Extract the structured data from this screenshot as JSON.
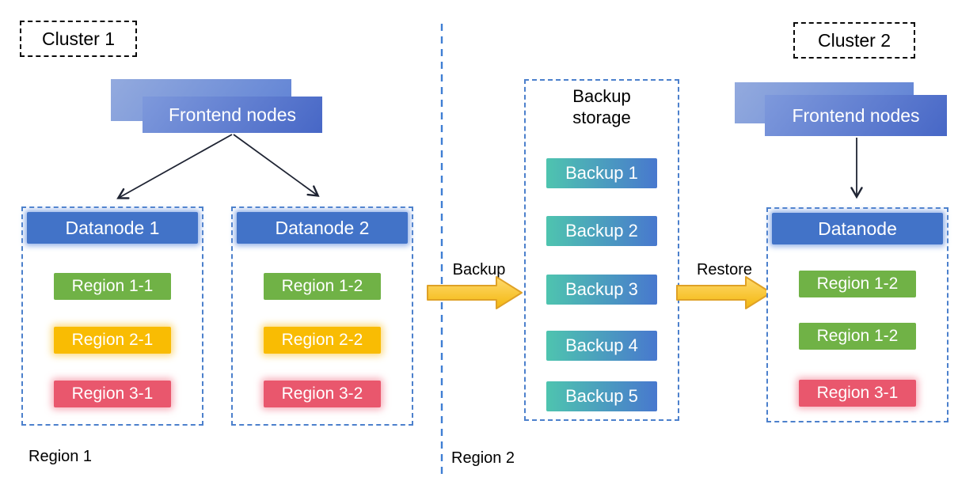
{
  "colors": {
    "frontend-light": "#93AADE",
    "frontend-light2": "#6083D5",
    "frontend-start": "#7E99DC",
    "frontend-end": "#4767C6",
    "datanode-blue": "#4273C8",
    "container-border": "#4C80CC",
    "divider-blue": "#3F7ED4",
    "region-green": "#70B246",
    "region-yellow": "#F9BC03",
    "region-red": "#E9576D",
    "backup-teal": "#4EC4AF",
    "backup-blue": "#4878CE",
    "arrow-yellow-light": "#FFDA6E",
    "arrow-yellow-dark": "#F3B70E",
    "arrow-yellow-border": "#DFA126",
    "thin-arrow": "#1F2433"
  },
  "cluster1": {
    "label": "Cluster 1",
    "frontend_label": "Frontend nodes",
    "region_label": "Region 1",
    "datanodes": [
      {
        "title": "Datanode 1",
        "regions": [
          {
            "label": "Region 1-1",
            "color": "green"
          },
          {
            "label": "Region 2-1",
            "color": "yellow"
          },
          {
            "label": "Region 3-1",
            "color": "red"
          }
        ]
      },
      {
        "title": "Datanode 2",
        "regions": [
          {
            "label": "Region 1-2",
            "color": "green"
          },
          {
            "label": "Region 2-2",
            "color": "yellow"
          },
          {
            "label": "Region 3-2",
            "color": "red"
          }
        ]
      }
    ]
  },
  "backup_storage": {
    "title": "Backup storage",
    "items": [
      "Backup 1",
      "Backup 2",
      "Backup 3",
      "Backup 4",
      "Backup 5"
    ]
  },
  "flows": {
    "backup_label": "Backup",
    "restore_label": "Restore"
  },
  "cluster2": {
    "label": "Cluster 2",
    "frontend_label": "Frontend nodes",
    "region_label": "Region 2",
    "datanode": {
      "title": "Datanode",
      "regions": [
        {
          "label": "Region 1-2",
          "color": "green"
        },
        {
          "label": "Region 1-2",
          "color": "green"
        },
        {
          "label": "Region 3-1",
          "color": "red"
        }
      ]
    }
  }
}
